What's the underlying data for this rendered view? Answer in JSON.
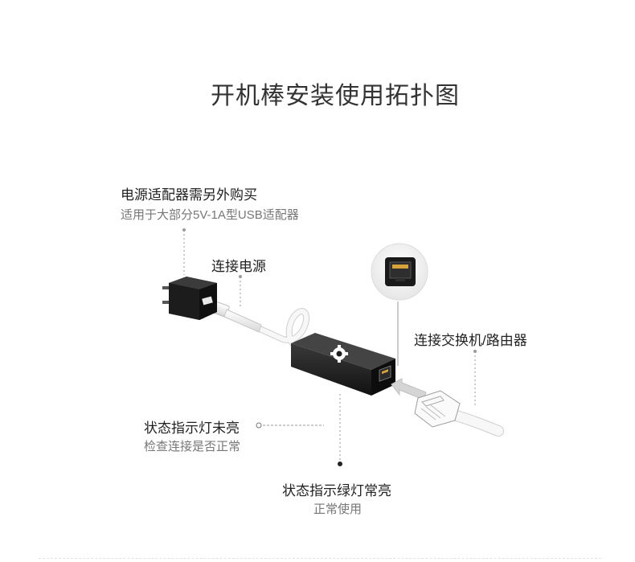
{
  "title": "开机棒安装使用拓扑图",
  "labels": {
    "power_adapter": {
      "main": "电源适配器需另外购买",
      "sub": "适用于大部分5V-1A型USB适配器"
    },
    "connect_power": "连接电源",
    "connect_switch": "连接交换机/路由器",
    "status_off": {
      "main": "状态指示灯未亮",
      "sub": "检查连接是否正常"
    },
    "status_green": {
      "main": "状态指示绿灯常亮",
      "sub": "正常使用"
    }
  },
  "colors": {
    "device": "#1e1e1e",
    "cable": "#f4f4f4",
    "leader": "#9a9a9a",
    "accent_port": "#d8a23a"
  },
  "icons": [
    "power-plug-icon",
    "usb-cable-icon",
    "boot-stick-device-icon",
    "ethernet-port-icon",
    "ethernet-plug-icon",
    "arrow-icon"
  ]
}
